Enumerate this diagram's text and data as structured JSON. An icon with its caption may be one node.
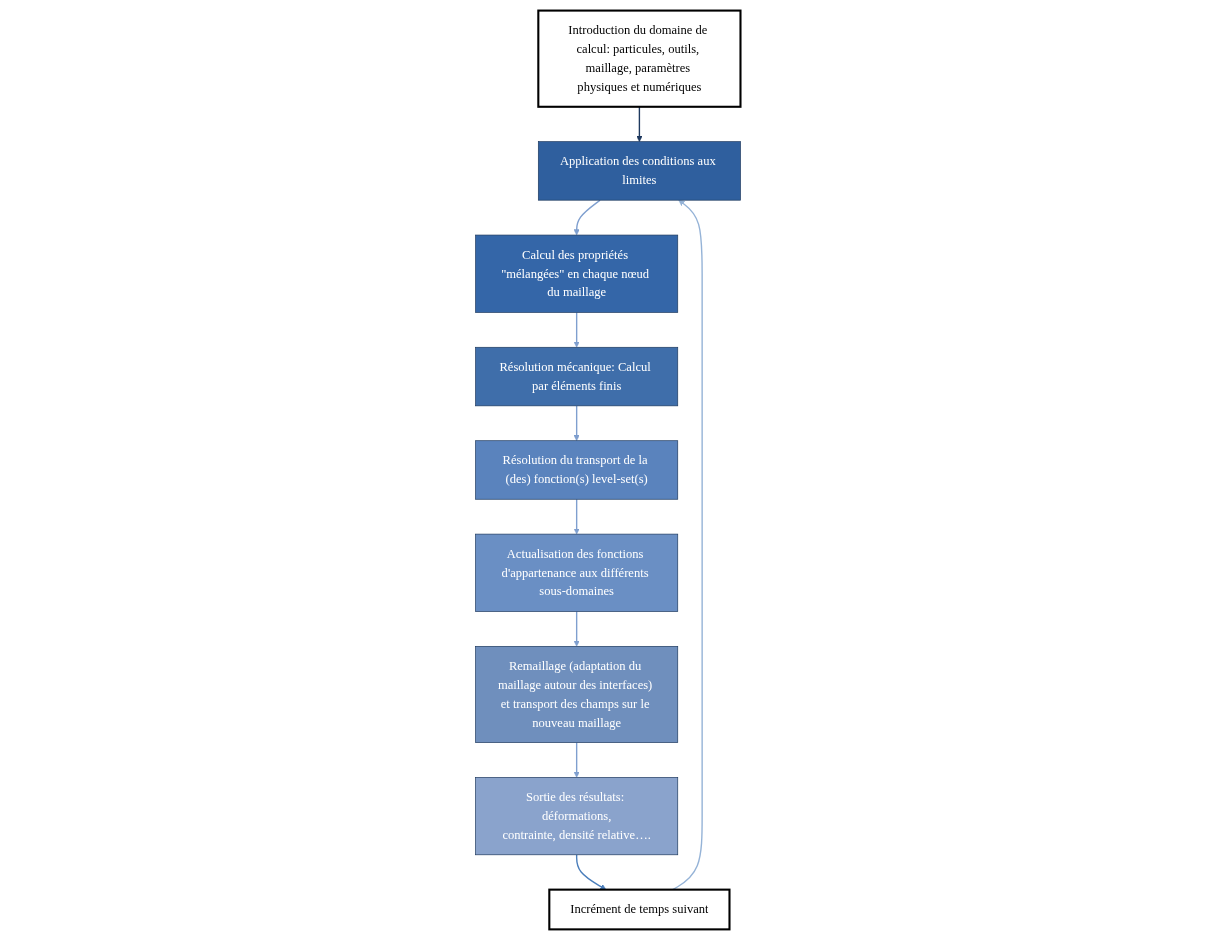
{
  "diagram": {
    "nodes": [
      {
        "text": [
          "Introduction du domaine de calcul: particules, outils, maillage, paramètres physiques et numériques"
        ]
      },
      {
        "text": [
          "Application des conditions aux limites"
        ]
      },
      {
        "text": [
          "Calcul des propriétés \"mélangées\" en chaque nœud du maillage"
        ]
      },
      {
        "text": [
          "Résolution mécanique: Calcul par éléments finis"
        ]
      },
      {
        "text": [
          "Résolution du transport de la (des) fonction(s) level-set(s)"
        ]
      },
      {
        "text": [
          "Actualisation des fonctions d'appartenance aux différents sous-domaines"
        ]
      },
      {
        "text": [
          "Remaillage (adaptation du maillage autour des interfaces) et transport des champs sur le nouveau maillage"
        ]
      },
      {
        "text": [
          "Sortie des résultats: déformations,",
          "contrainte, densité relative…."
        ]
      },
      {
        "text": [
          "Incrément de temps suivant"
        ]
      }
    ],
    "edges": [
      {
        "from": 0,
        "to": 1,
        "arrow": "to",
        "color": "#1f3a5f"
      },
      {
        "from": 1,
        "to": 2,
        "arrow": "to"
      },
      {
        "from": 2,
        "to": 3,
        "arrow": "to"
      },
      {
        "from": 3,
        "to": 4,
        "arrow": "to"
      },
      {
        "from": 4,
        "to": 5,
        "arrow": "to"
      },
      {
        "from": 5,
        "to": 6,
        "arrow": "to"
      },
      {
        "from": 6,
        "to": 7,
        "arrow": "to"
      },
      {
        "from": 7,
        "to": 8,
        "arrow": "to",
        "color": "#4a7ebb"
      },
      {
        "from": 8,
        "to": 1,
        "arrow": "to",
        "color": "#95b3d7"
      }
    ]
  }
}
